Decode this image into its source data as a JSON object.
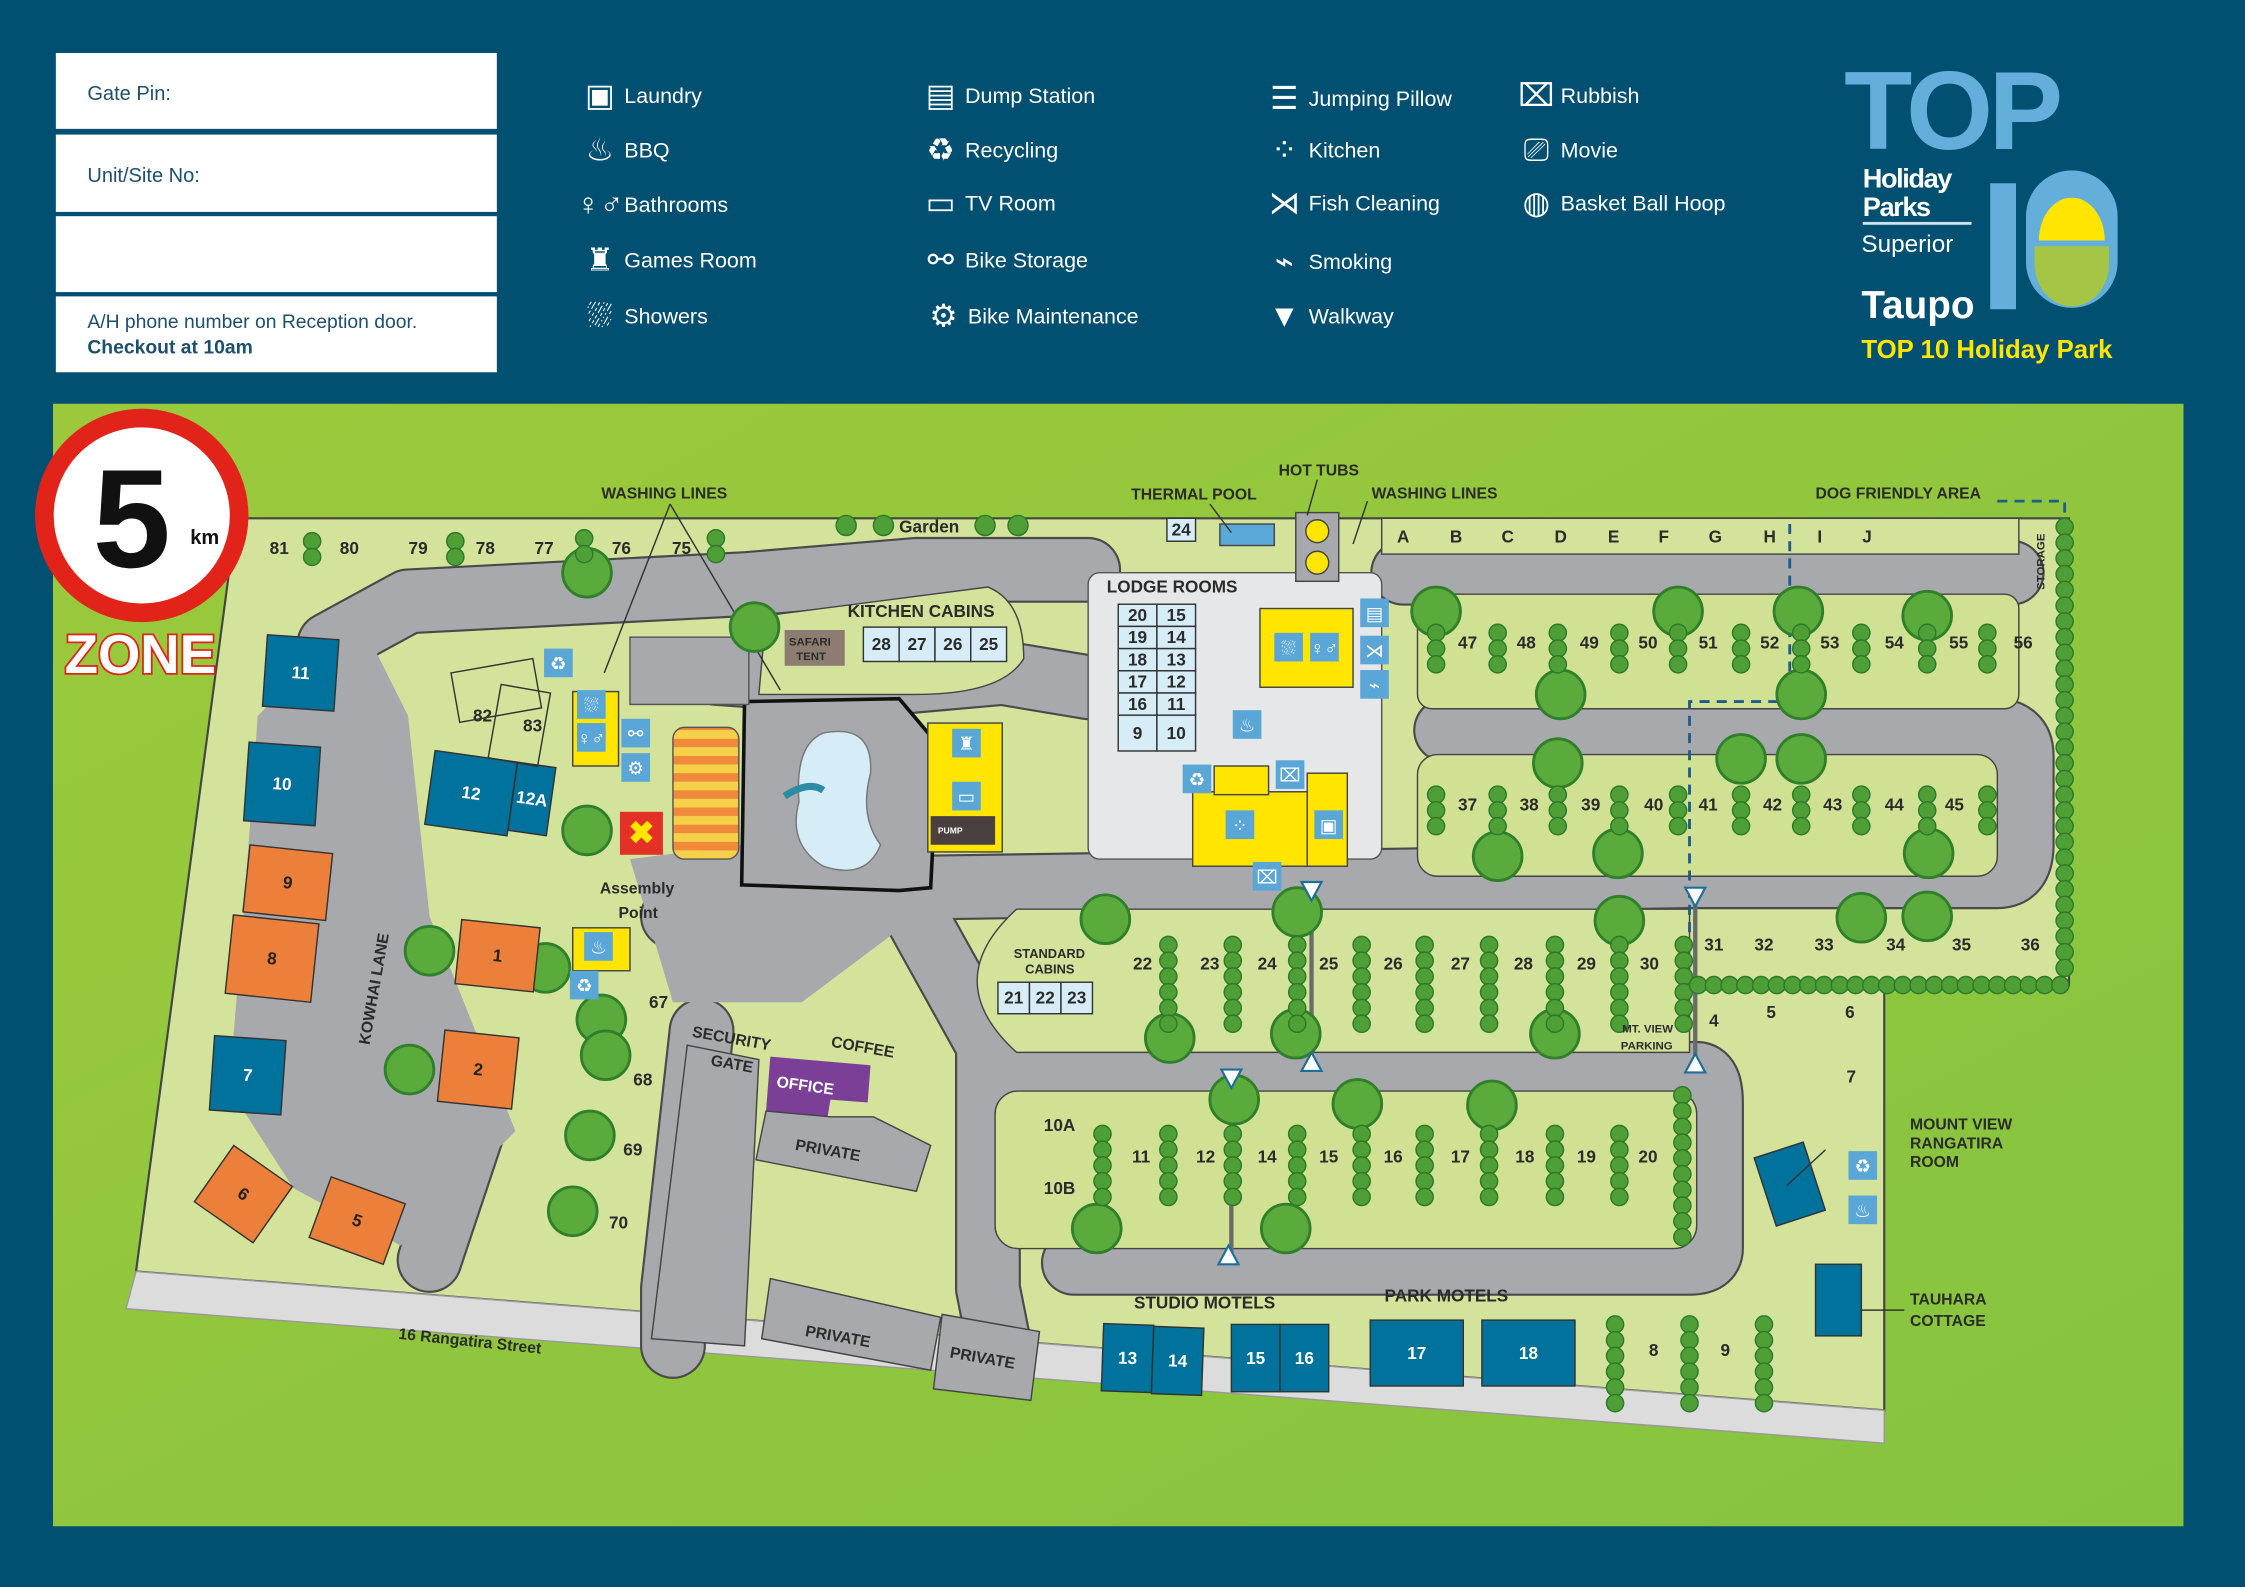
{
  "form": {
    "gate_pin": "Gate Pin:",
    "unit_site": "Unit/Site No:",
    "blank": "",
    "notice_line1": "A/H phone number on Reception door.",
    "notice_line2": "Checkout at 10am"
  },
  "legend": [
    {
      "icon": "laundry-icon",
      "glyph": "▣",
      "label": "Laundry"
    },
    {
      "icon": "bbq-icon",
      "glyph": "♨",
      "label": "BBQ"
    },
    {
      "icon": "bathrooms-icon",
      "glyph": "♀♂",
      "label": "Bathrooms"
    },
    {
      "icon": "games-room-icon",
      "glyph": "♜",
      "label": "Games Room"
    },
    {
      "icon": "showers-icon",
      "glyph": "⛆",
      "label": "Showers"
    },
    {
      "icon": "dump-station-icon",
      "glyph": "▤",
      "label": "Dump Station"
    },
    {
      "icon": "recycling-icon",
      "glyph": "♻",
      "label": "Recycling"
    },
    {
      "icon": "tv-room-icon",
      "glyph": "▭",
      "label": "TV Room"
    },
    {
      "icon": "bike-storage-icon",
      "glyph": "⚯",
      "label": "Bike Storage"
    },
    {
      "icon": "bike-maintenance-icon",
      "glyph": "⚙",
      "label": "Bike Maintenance"
    },
    {
      "icon": "jumping-pillow-icon",
      "glyph": "☰",
      "label": "Jumping Pillow"
    },
    {
      "icon": "kitchen-icon",
      "glyph": "⁘",
      "label": "Kitchen"
    },
    {
      "icon": "fish-cleaning-icon",
      "glyph": "⋊",
      "label": "Fish Cleaning"
    },
    {
      "icon": "smoking-icon",
      "glyph": "⌁",
      "label": "Smoking"
    },
    {
      "icon": "walkway-icon",
      "glyph": "▼",
      "label": "Walkway"
    },
    {
      "icon": "rubbish-icon",
      "glyph": "⌧",
      "label": "Rubbish"
    },
    {
      "icon": "movie-icon",
      "glyph": "⎚",
      "label": "Movie"
    },
    {
      "icon": "basketball-hoop-icon",
      "glyph": "◍",
      "label": "Basket Ball Hoop"
    }
  ],
  "logo": {
    "top": "TOP",
    "holiday": "Holiday",
    "parks": "Parks",
    "superior": "Superior",
    "ten": "10",
    "place": "Taupo",
    "park_name": "TOP 10 Holiday Park"
  },
  "colors": {
    "navy": "#014f71",
    "grass": "#8dc63f",
    "lawn": "#d4e39b",
    "road": "#a7a9ac",
    "unit_blue": "#00729b",
    "unit_orange": "#ec7f3a",
    "facility_yellow": "#ffe500",
    "office_purple": "#7c3f97"
  },
  "map": {
    "speed_sign": {
      "number": "5",
      "unit": "km",
      "zone": "ZONE"
    },
    "labels": {
      "washing_lines_left": "WASHING LINES",
      "garden": "Garden",
      "kitchen_cabins": "KITCHEN CABINS",
      "safari_tent_1": "SAFARI",
      "safari_tent_2": "TENT",
      "thermal_pool": "THERMAL POOL",
      "hot_tubs": "HOT TUBS",
      "washing_lines_right": "WASHING LINES",
      "dog_friendly": "DOG FRIENDLY AREA",
      "lodge_rooms": "LODGE ROOMS",
      "storage": "STORAGE",
      "assembly_1": "Assembly",
      "assembly_2": "Point",
      "kowhai_lane": "KOWHAI LANE",
      "security_gate_1": "SECURITY",
      "security_gate_2": "GATE",
      "coffee": "COFFEE",
      "office": "OFFICE",
      "private_1": "PRIVATE",
      "private_2": "PRIVATE",
      "private_3": "PRIVATE",
      "standard_cabins_1": "STANDARD",
      "standard_cabins_2": "CABINS",
      "mt_view_parking_1": "MT. VIEW",
      "mt_view_parking_2": "PARKING",
      "mount_view_1": "MOUNT VIEW",
      "mount_view_2": "RANGATIRA",
      "mount_view_3": "ROOM",
      "tauhara_1": "TAUHARA",
      "tauhara_2": "COTTAGE",
      "studio_motels": "STUDIO MOTELS",
      "park_motels": "PARK MOTELS",
      "street": "16 Rangatira Street",
      "pump": "PUMP"
    },
    "sites": [
      "81",
      "80",
      "79",
      "78",
      "77",
      "76",
      "75",
      "A",
      "B",
      "C",
      "D",
      "E",
      "F",
      "G",
      "H",
      "I",
      "J",
      "47",
      "48",
      "49",
      "50",
      "51",
      "52",
      "53",
      "54",
      "55",
      "56",
      "37",
      "38",
      "39",
      "40",
      "41",
      "42",
      "43",
      "44",
      "45",
      "22",
      "23",
      "24",
      "25",
      "26",
      "27",
      "28",
      "29",
      "30",
      "31",
      "32",
      "33",
      "34",
      "35",
      "36",
      "4",
      "5",
      "6",
      "7",
      "8",
      "9",
      "10A",
      "10B",
      "11",
      "12",
      "14",
      "15",
      "16",
      "17",
      "18",
      "19",
      "20",
      "82",
      "83",
      "67",
      "68",
      "69",
      "70"
    ],
    "units": [
      "11",
      "10",
      "12",
      "12A",
      "7",
      "9",
      "8",
      "1",
      "2",
      "6",
      "5",
      "13",
      "14",
      "15",
      "16",
      "17",
      "18"
    ],
    "kitchen_cabins": [
      "28",
      "27",
      "26",
      "25"
    ],
    "standard_cabins": [
      "21",
      "22",
      "23"
    ],
    "lodge_rooms": [
      "20",
      "15",
      "19",
      "14",
      "18",
      "13",
      "17",
      "12",
      "16",
      "11",
      "9",
      "10"
    ],
    "room_24": "24"
  }
}
